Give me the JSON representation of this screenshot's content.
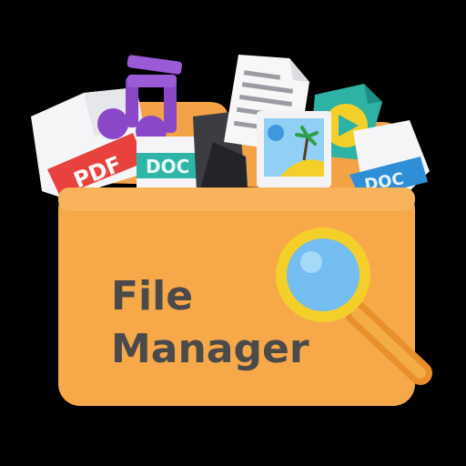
{
  "icon": {
    "title_line1": "File",
    "title_line2": "Manager",
    "pdf_tag": "PDF",
    "doc_tag_left": "DOC",
    "doc_tag_right": "DOC"
  },
  "colors": {
    "background": "#000000",
    "folder": "#f7a94a",
    "folder_back": "#f3a245",
    "title_text": "#4a4a4a",
    "pdf_red": "#e8413e",
    "doc_teal": "#2fb5a8",
    "doc_blue": "#2f8fd6",
    "music_purple": "#8a48c8",
    "video_teal": "#2db2a4",
    "photo_blue": "#3f97e0",
    "magnifier_ring": "#f4cf2a",
    "magnifier_lens": "#74bdf0",
    "magnifier_handle": "#e9902c"
  }
}
